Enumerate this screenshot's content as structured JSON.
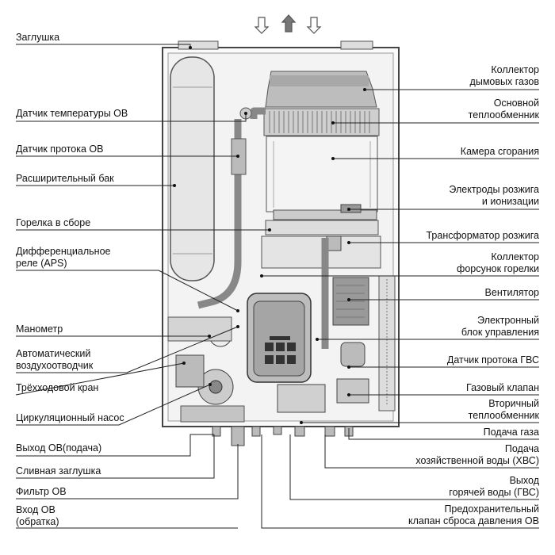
{
  "labels_left": [
    {
      "id": "zaglushka",
      "lines": [
        "Заглушка"
      ]
    },
    {
      "id": "datchik-temp-ov",
      "lines": [
        "Датчик температуры ОВ"
      ]
    },
    {
      "id": "datchik-protoka-ov",
      "lines": [
        "Датчик протока ОВ"
      ]
    },
    {
      "id": "rasshir-bak",
      "lines": [
        "Расширительный бак"
      ]
    },
    {
      "id": "gorelka",
      "lines": [
        "Горелка в сборе"
      ]
    },
    {
      "id": "aps",
      "lines": [
        "Дифференциальное",
        "реле (APS)"
      ]
    },
    {
      "id": "manometr",
      "lines": [
        "Манометр"
      ]
    },
    {
      "id": "vozduhootvodchik",
      "lines": [
        "Автоматический",
        "воздухоотводчик"
      ]
    },
    {
      "id": "trehhod-kran",
      "lines": [
        "Трёхходовой кран"
      ]
    },
    {
      "id": "cirk-nasos",
      "lines": [
        "Циркуляционный насос"
      ]
    },
    {
      "id": "vyhod-ov",
      "lines": [
        "Выход ОВ(подача)"
      ]
    },
    {
      "id": "slivnaya",
      "lines": [
        "Сливная заглушка"
      ]
    },
    {
      "id": "filtr-ov",
      "lines": [
        "Фильтр ОВ"
      ]
    },
    {
      "id": "vhod-ov",
      "lines": [
        "Вход ОВ",
        "(обратка)"
      ]
    }
  ],
  "labels_right": [
    {
      "id": "kollektor-dym",
      "lines": [
        "Коллектор",
        "дымовых газов"
      ]
    },
    {
      "id": "osn-teploobm",
      "lines": [
        "Основной",
        "теплообменник"
      ]
    },
    {
      "id": "kamera",
      "lines": [
        "Камера сгорания"
      ]
    },
    {
      "id": "elektrody",
      "lines": [
        "Электроды розжига",
        "и ионизации"
      ]
    },
    {
      "id": "transformator",
      "lines": [
        "Трансформатор розжига"
      ]
    },
    {
      "id": "kollektor-forsunok",
      "lines": [
        "Коллектор",
        "форсунок горелки"
      ]
    },
    {
      "id": "ventilyator",
      "lines": [
        "Вентилятор"
      ]
    },
    {
      "id": "blok-upr",
      "lines": [
        "Электронный",
        "блок управления"
      ]
    },
    {
      "id": "datchik-gvs",
      "lines": [
        "Датчик протока ГВС"
      ]
    },
    {
      "id": "gaz-klapan",
      "lines": [
        "Газовый клапан"
      ]
    },
    {
      "id": "vtor-teploobm",
      "lines": [
        "Вторичный",
        "теплообменник"
      ]
    },
    {
      "id": "podacha-gaza",
      "lines": [
        "Подача газа"
      ]
    },
    {
      "id": "podacha-hvs",
      "lines": [
        "Подача",
        "хозяйственной воды (ХВС)"
      ]
    },
    {
      "id": "vyhod-gvs",
      "lines": [
        "Выход",
        "горячей воды (ГВС)"
      ]
    },
    {
      "id": "klapan-sbrosa",
      "lines": [
        "Предохранительный",
        "клапан сброса давления ОВ"
      ]
    }
  ]
}
